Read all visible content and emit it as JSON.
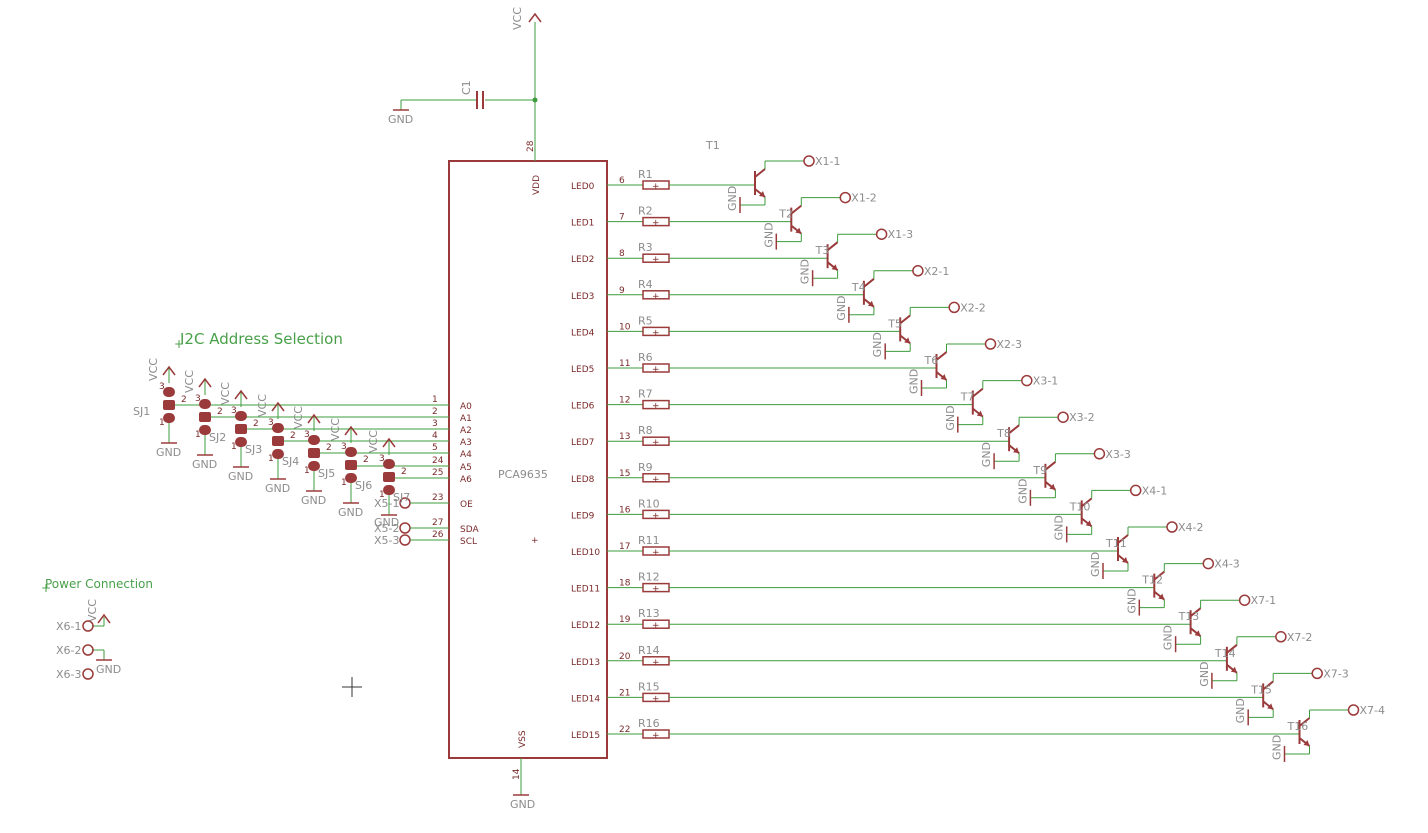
{
  "titles": {
    "i2c": "I2C Address Selection",
    "power": "Power Connection"
  },
  "ic": {
    "name": "PCA9635",
    "vdd_label": "VDD",
    "vss_label": "VSS",
    "vdd_pin": "28",
    "vss_pin": "14",
    "left_pins": [
      {
        "num": "1",
        "name": "A0"
      },
      {
        "num": "2",
        "name": "A1"
      },
      {
        "num": "3",
        "name": "A2"
      },
      {
        "num": "4",
        "name": "A3"
      },
      {
        "num": "5",
        "name": "A4"
      },
      {
        "num": "24",
        "name": "A5"
      },
      {
        "num": "25",
        "name": "A6"
      },
      {
        "num": "23",
        "name": "OE"
      },
      {
        "num": "27",
        "name": "SDA"
      },
      {
        "num": "26",
        "name": "SCL"
      }
    ],
    "led_pins": [
      {
        "name": "LED0",
        "num": "6"
      },
      {
        "name": "LED1",
        "num": "7"
      },
      {
        "name": "LED2",
        "num": "8"
      },
      {
        "name": "LED3",
        "num": "9"
      },
      {
        "name": "LED4",
        "num": "10"
      },
      {
        "name": "LED5",
        "num": "11"
      },
      {
        "name": "LED6",
        "num": "12"
      },
      {
        "name": "LED7",
        "num": "13"
      },
      {
        "name": "LED8",
        "num": "15"
      },
      {
        "name": "LED9",
        "num": "16"
      },
      {
        "name": "LED10",
        "num": "17"
      },
      {
        "name": "LED11",
        "num": "18"
      },
      {
        "name": "LED12",
        "num": "19"
      },
      {
        "name": "LED13",
        "num": "20"
      },
      {
        "name": "LED14",
        "num": "21"
      },
      {
        "name": "LED15",
        "num": "22"
      }
    ]
  },
  "resistors": [
    "R1",
    "R2",
    "R3",
    "R4",
    "R5",
    "R6",
    "R7",
    "R8",
    "R9",
    "R10",
    "R11",
    "R12",
    "R13",
    "R14",
    "R15",
    "R16"
  ],
  "transistors": [
    "T1",
    "T2",
    "T3",
    "T4",
    "T5",
    "T6",
    "T7",
    "T8",
    "T9",
    "T10",
    "T11",
    "T12",
    "T13",
    "T14",
    "T15",
    "T16"
  ],
  "outputs": [
    "X1-1",
    "X1-2",
    "X1-3",
    "X2-1",
    "X2-2",
    "X2-3",
    "X3-1",
    "X3-2",
    "X3-3",
    "X4-1",
    "X4-2",
    "X4-3",
    "X7-1",
    "X7-2",
    "X7-3",
    "X7-4"
  ],
  "jumpers": [
    "SJ1",
    "SJ2",
    "SJ3",
    "SJ4",
    "SJ5",
    "SJ6",
    "SJ7"
  ],
  "jumper_pins": [
    "1",
    "2",
    "3"
  ],
  "connectors": {
    "oe": "X5-1",
    "sda": "X5-2",
    "scl": "X5-3",
    "power": [
      "X6-1",
      "X6-2",
      "X6-3"
    ]
  },
  "capacitor": "C1",
  "net_labels": {
    "vcc": "VCC",
    "gnd": "GND"
  },
  "colors": {
    "net": "#3c9c3c",
    "part": "#9a3a3a",
    "label": "#8c8c8c",
    "title": "#4aa04a"
  }
}
